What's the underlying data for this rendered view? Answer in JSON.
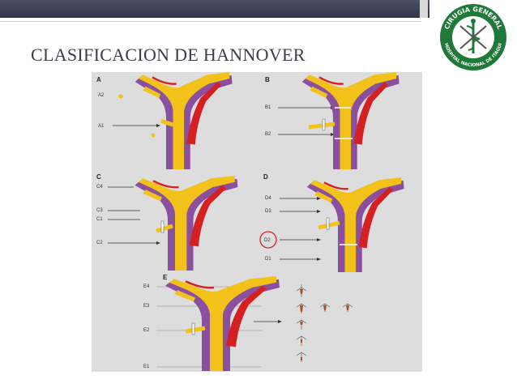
{
  "slide": {
    "title": "CLASIFICACION DE HANNOVER"
  },
  "logo": {
    "top_text": "CIRUGIA GENERAL",
    "bottom_text": "HOSPITAL NACIONAL DE ITAGUI"
  },
  "diagram": {
    "panels": [
      {
        "id": "A",
        "labels": [
          "A2",
          "A1"
        ]
      },
      {
        "id": "B",
        "labels": [
          "B1",
          "B2"
        ]
      },
      {
        "id": "C",
        "labels": [
          "C4",
          "C3",
          "C1",
          "C2"
        ]
      },
      {
        "id": "D",
        "labels": [
          "D4",
          "D3",
          "D2",
          "D1"
        ]
      },
      {
        "id": "E",
        "labels": [
          "E4",
          "E3",
          "E2",
          "E1"
        ]
      }
    ],
    "circled_label": "D2"
  },
  "colors": {
    "bile_duct": "#f2c21b",
    "portal_vein": "#8b4fa0",
    "artery": "#d42020",
    "background_panel": "#dddddd",
    "header_bar": "#3d3f54",
    "logo_green": "#1f7a3a"
  }
}
